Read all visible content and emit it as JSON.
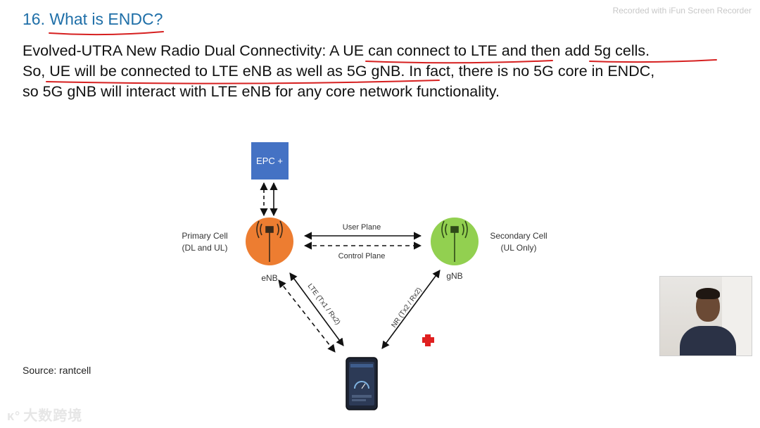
{
  "slide": {
    "title": "16. What is ENDC?",
    "paragraph_lines": [
      "Evolved-UTRA New Radio Dual Connectivity: A UE can connect to LTE and then add 5g cells.",
      "So, UE will be connected to LTE eNB as well as 5G gNB. In fact, there is no 5G core in ENDC,",
      "so 5G gNB will interact with LTE eNB for any core network functionality."
    ],
    "watermark": "Recorded with iFun Screen Recorder",
    "source": "Source: rantcell",
    "logo_text": "大数跨境"
  },
  "diagram": {
    "epc_label": "EPC +",
    "enb_label": "eNB",
    "gnb_label": "gNB",
    "primary_cell_line1": "Primary Cell",
    "primary_cell_line2": "(DL and UL)",
    "secondary_cell_line1": "Secondary Cell",
    "secondary_cell_line2": "(UL Only)",
    "user_plane_label": "User Plane",
    "control_plane_label": "Control Plane",
    "lte_link_label": "LTE (Tx1 / Rx2)",
    "nr_link_label": "NR (Tx2 / Rx2)"
  },
  "colors": {
    "title": "#1f6fa8",
    "epc_box": "#4472c4",
    "enb_circle": "#ed7d31",
    "gnb_circle": "#92d050",
    "underline": "#d62020",
    "cursor_cross": "#e02020"
  },
  "icons": {
    "enb": "cell-tower-icon",
    "gnb": "cell-tower-icon",
    "ue": "smartphone-icon",
    "cursor": "red-cross-cursor-icon"
  }
}
